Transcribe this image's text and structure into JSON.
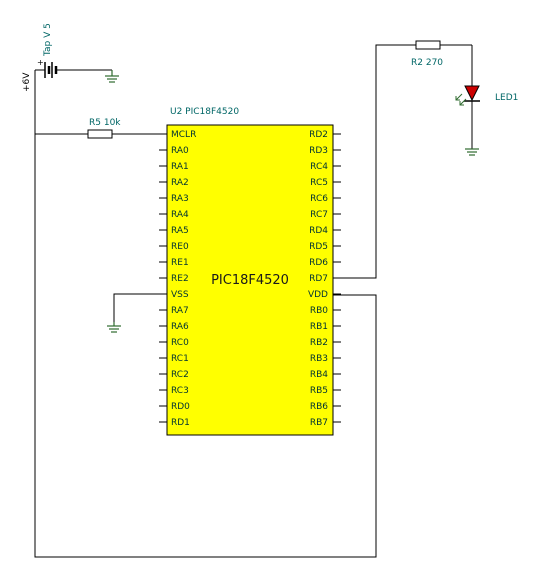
{
  "battery": {
    "name": "Tap V 5",
    "voltage": "+6V"
  },
  "resistor_r5": {
    "label": "R5 10k"
  },
  "resistor_r2": {
    "label": "R2 270"
  },
  "led": {
    "label": "LED1"
  },
  "chip": {
    "ref_label": "U2 PIC18F4520",
    "name": "PIC18F4520",
    "left_pins": [
      "MCLR",
      "RA0",
      "RA1",
      "RA2",
      "RA3",
      "RA4",
      "RA5",
      "RE0",
      "RE1",
      "RE2",
      "VSS",
      "RA7",
      "RA6",
      "RC0",
      "RC1",
      "RC2",
      "RC3",
      "RD0",
      "RD1"
    ],
    "right_pins": [
      "RD2",
      "RD3",
      "RC4",
      "RC5",
      "RC6",
      "RC7",
      "RD4",
      "RD5",
      "RD6",
      "RD7",
      "VDD",
      "RB0",
      "RB1",
      "RB2",
      "RB3",
      "RB4",
      "RB5",
      "RB6",
      "RB7"
    ]
  },
  "colors": {
    "chip_fill": "#ffff00",
    "led_fill": "#cc0000",
    "label_color": "#006666",
    "ground_color": "#2f6b2f"
  }
}
